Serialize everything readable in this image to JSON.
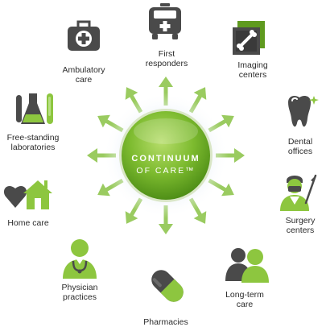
{
  "center": {
    "line1": "CONTINUUM",
    "line2": "OF CARE™"
  },
  "colors": {
    "accent": "#8dc63f",
    "accent_dark": "#5f9a1f",
    "icon_gray": "#4a4a4a",
    "arrow": "#9acb60"
  },
  "nodes": [
    {
      "id": "first-responders",
      "label": "First\nresponders",
      "icon": "ambulance-icon"
    },
    {
      "id": "imaging-centers",
      "label": "Imaging\ncenters",
      "icon": "xray-icon"
    },
    {
      "id": "dental-offices",
      "label": "Dental\noffices",
      "icon": "tooth-icon"
    },
    {
      "id": "surgery-centers",
      "label": "Surgery\ncenters",
      "icon": "surgeon-icon"
    },
    {
      "id": "long-term-care",
      "label": "Long-term\ncare",
      "icon": "people-icon"
    },
    {
      "id": "pharmacies",
      "label": "Pharmacies",
      "icon": "pill-icon"
    },
    {
      "id": "physician-practices",
      "label": "Physician\npractices",
      "icon": "physician-icon"
    },
    {
      "id": "home-care",
      "label": "Home care",
      "icon": "home-heart-icon"
    },
    {
      "id": "free-standing-laboratories",
      "label": "Free-standing\nlaboratories",
      "icon": "lab-flask-icon"
    },
    {
      "id": "ambulatory-care",
      "label": "Ambulatory\ncare",
      "icon": "medical-kit-icon"
    }
  ]
}
